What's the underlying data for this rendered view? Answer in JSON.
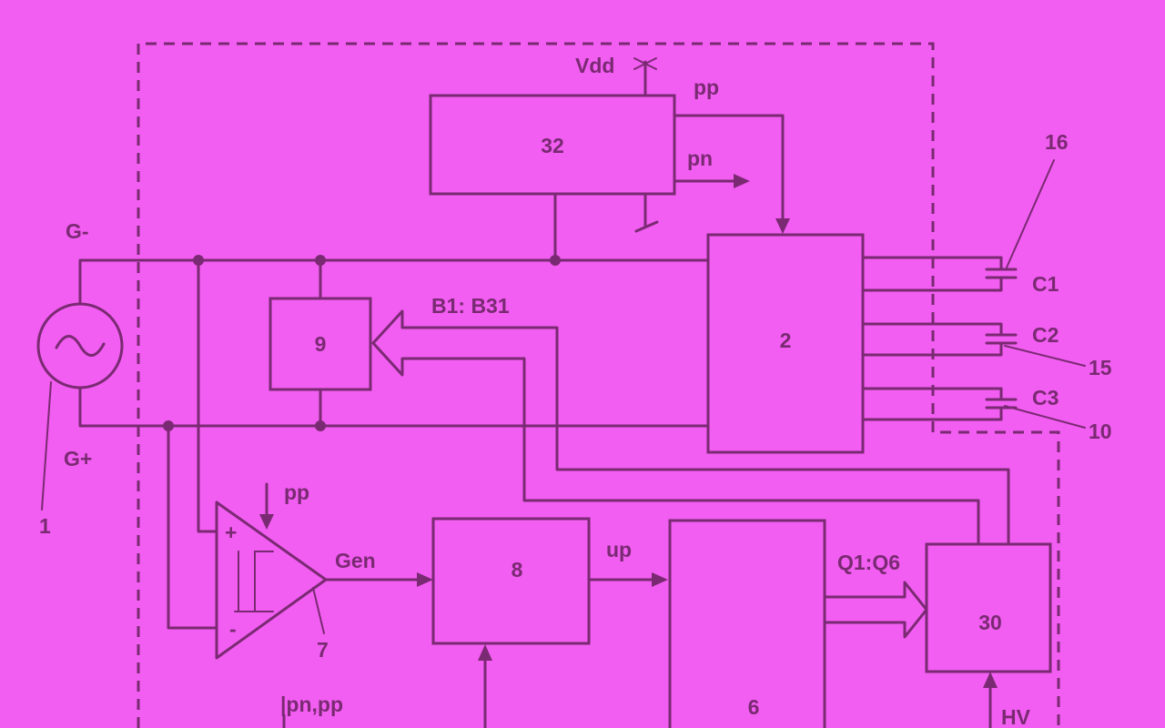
{
  "background_color": "#f25ef2",
  "ink_color": "#7a2a72",
  "labels": {
    "vdd": "Vdd",
    "pp_top": "pp",
    "pn_top": "pn",
    "block_32": "32",
    "block_2": "2",
    "block_9": "9",
    "block_8": "8",
    "block_6": "6",
    "block_30": "30",
    "g_minus": "G-",
    "g_plus": "G+",
    "ref_1": "1",
    "bus_b": "B1: B31",
    "c1": "C1",
    "c2": "C2",
    "c3": "C3",
    "ref_16": "16",
    "ref_15": "15",
    "ref_10": "10",
    "pp_comp": "pp",
    "plus": "+",
    "minus": "-",
    "gen": "Gen",
    "up": "up",
    "bus_q": "Q1:Q6",
    "ref_7": "7",
    "pn_pp": "|pn,pp",
    "hv": "HV"
  }
}
